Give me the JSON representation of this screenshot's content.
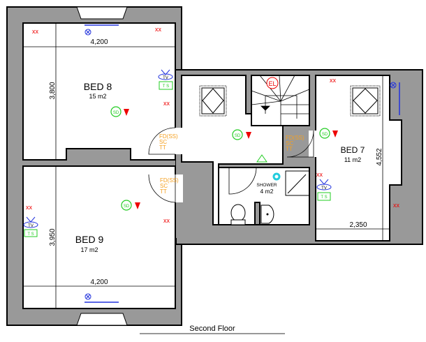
{
  "title": "Second Floor",
  "rooms": {
    "bed8": {
      "name": "BED 8",
      "area": "15 m2",
      "width": "4,200",
      "height": "3,800"
    },
    "bed9": {
      "name": "BED 9",
      "area": "17 m2",
      "width": "4,200",
      "height": "3,950"
    },
    "bed7": {
      "name": "BED 7",
      "area": "11 m2",
      "width": "2,350",
      "height": "4,552"
    },
    "shower": {
      "name": "SHOWER",
      "area": "4 m2"
    }
  },
  "symbols": {
    "door_note": [
      "FD(SS)",
      "SC",
      "TT"
    ],
    "smoke_detector": "SD",
    "tv": "TV",
    "ts": "T S",
    "emergency_light": "EL",
    "socket": "xx"
  },
  "colors": {
    "wall": "#999999",
    "door_note": "#f5a020",
    "detector": "#22cc22",
    "tv": "#2233dd",
    "socket": "#ee0000",
    "el": "#ee0000"
  }
}
